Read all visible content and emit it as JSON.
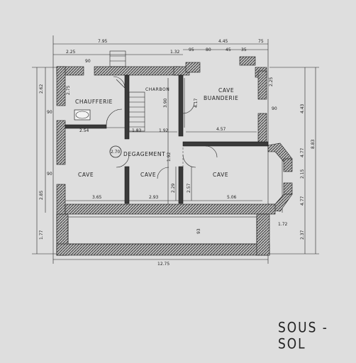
{
  "sheet": {
    "title": "SOUS - SOL"
  },
  "rooms": {
    "chaufferie": "CHAUFFERIE",
    "charbon": "CHARBON",
    "cave_buanderie_1": "CAVE",
    "cave_buanderie_2": "BUANDERIE",
    "degagement": "DEGAGEMENT",
    "cave_left": "CAVE",
    "cave_mid": "CAVE",
    "cave_right": "CAVE",
    "circle_label": "2.70"
  },
  "dimensions": {
    "top_total": "7.95",
    "top_right": "4.45",
    "top_75": "75",
    "top_225": "2.25",
    "top_90": "90",
    "top_132": "1.32",
    "top_95": "95",
    "top_80": "80",
    "top_45": "45",
    "top_35": "35",
    "left_262": "2.62",
    "left_275": "2.75",
    "left_90a": "90",
    "left_90b": "90",
    "left_285": "2.85",
    "left_177": "1.77",
    "h_254": "2.54",
    "h_183": "1.83",
    "h_192": "1.92",
    "h_457": "4.57",
    "v_390": "3.90",
    "v_417": "4.17",
    "v_229": "2.29",
    "v_257": "2.57",
    "b_365": "3.65",
    "b_293": "2.93",
    "b_506": "5.06",
    "right_443": "4.43",
    "right_883": "8.83",
    "right_225": "2.25",
    "right_477a": "4.77",
    "right_477b": "4.77",
    "right_215": "2.15",
    "right_237": "2.37",
    "right_90": "90",
    "bottom_total": "12.75",
    "small_172": "1.72",
    "small_93": "93",
    "v_192b": "1.92"
  }
}
